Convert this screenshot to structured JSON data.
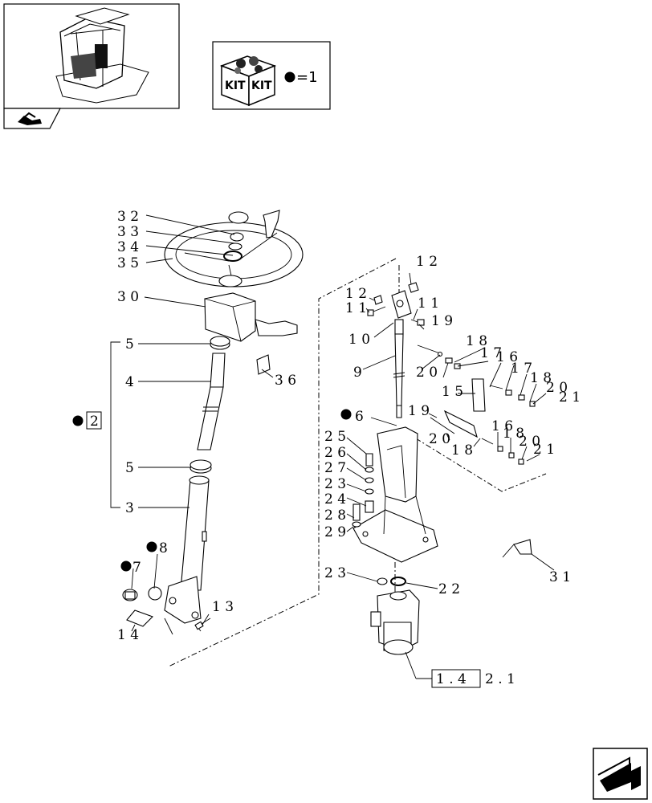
{
  "header": {
    "thumbnail": {
      "icon": "tractor-cab-thumbnail"
    },
    "nav_icon": "back-arrow-icon",
    "kit_legend": {
      "box_text_1": "KIT",
      "box_text_2": "KIT",
      "equals_text": "=1"
    }
  },
  "callouts": {
    "c32": "3 2",
    "c33": "3 3",
    "c34": "3 4",
    "c35": "3 5",
    "c30": "3 0",
    "c5a": "5",
    "c4": "4",
    "c2": "2",
    "c36": "3 6",
    "c5b": "5",
    "c3": "3",
    "c8": "8",
    "c7": "7",
    "c13": "1 3",
    "c14": "1 4",
    "c12a": "1 2",
    "c12b": "1 2",
    "c11a": "1 1",
    "c11b": "1 1",
    "c10": "1 0",
    "c19a": "1 9",
    "c9": "9",
    "c18a": "1 8",
    "c17": "1 7",
    "c20a": "2 0",
    "c16a": "1 6",
    "c15": "1 5",
    "c18b": "1 8",
    "c20b": "2 0",
    "c21a": "2 1",
    "c6": "6",
    "c19b": "1 9",
    "c20c": "2 0",
    "c16b": "1 6",
    "c18c": "1 8",
    "c18d": "1 8",
    "c20d": "2 0",
    "c21b": "2 1",
    "c25": "2 5",
    "c26": "2 6",
    "c27": "2 7",
    "c23a": "2 3",
    "c24": "2 4",
    "c28": "2 8",
    "c29": "2 9",
    "c23b": "2 3",
    "c22": "2 2",
    "c31": "3 1"
  },
  "reference": {
    "boxed": "1 . 4",
    "suffix": "2 . 1"
  },
  "footer": {
    "nav_icon": "next-page-arrow-icon"
  }
}
